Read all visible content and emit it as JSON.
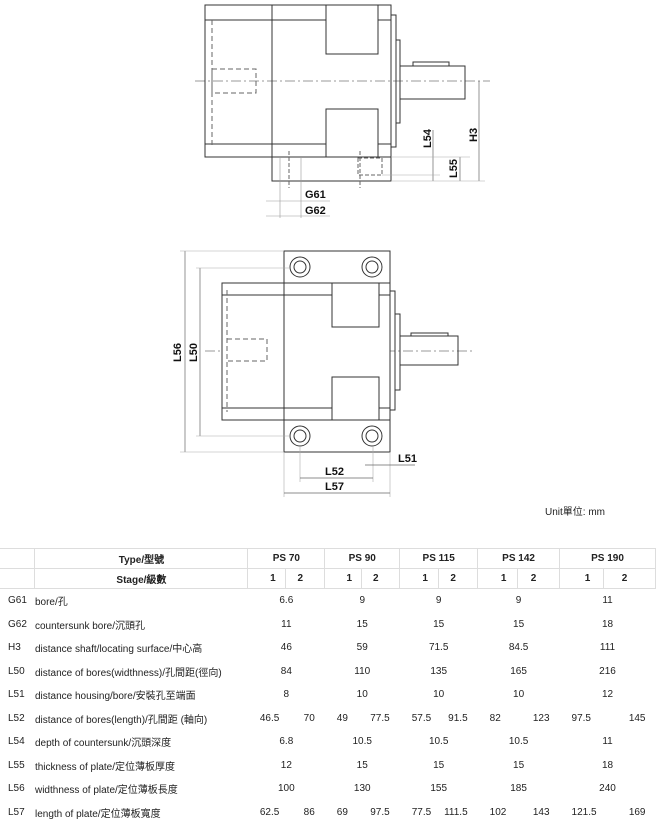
{
  "drawings": {
    "top_view": {
      "labels": {
        "g61": "G61",
        "g62": "G62",
        "l54": "L54",
        "l55": "L55",
        "h3": "H3"
      }
    },
    "plan_view": {
      "labels": {
        "l56": "L56",
        "l50": "L50",
        "l51": "L51",
        "l52": "L52",
        "l57": "L57"
      }
    }
  },
  "unit": "Unit單位: mm",
  "table": {
    "type_label": "Type/型號",
    "stage_label": "Stage/級數",
    "types": [
      "PS  70",
      "PS  90",
      "PS  115",
      "PS  142",
      "PS  190"
    ],
    "stages": [
      "1",
      "2"
    ],
    "rows": [
      {
        "code": "G61",
        "desc": "bore/孔",
        "values": [
          "6.6",
          "9",
          "9",
          "9",
          "11"
        ]
      },
      {
        "code": "G62",
        "desc": "countersunk bore/沉頭孔",
        "values": [
          "11",
          "15",
          "15",
          "15",
          "18"
        ]
      },
      {
        "code": "H3",
        "desc": "distance shaft/locating surface/中心高",
        "values": [
          "46",
          "59",
          "71.5",
          "84.5",
          "111"
        ]
      },
      {
        "code": "L50",
        "desc": "distance of bores(widthness)/孔間距(徑向)",
        "values": [
          "84",
          "110",
          "135",
          "165",
          "216"
        ]
      },
      {
        "code": "L51",
        "desc": "distance housing/bore/安裝孔至端面",
        "values": [
          "8",
          "10",
          "10",
          "10",
          "12"
        ]
      },
      {
        "code": "L52",
        "desc": "distance of bores(length)/孔間距 (軸向)",
        "values": [
          "46.5",
          "70",
          "49",
          "77.5",
          "57.5",
          "91.5",
          "82",
          "123",
          "97.5",
          "145"
        ]
      },
      {
        "code": "L54",
        "desc": "depth of countersunk/沉頭深度",
        "values": [
          "6.8",
          "10.5",
          "10.5",
          "10.5",
          "11"
        ]
      },
      {
        "code": "L55",
        "desc": "thickness of plate/定位薄板厚度",
        "values": [
          "12",
          "15",
          "15",
          "15",
          "18"
        ]
      },
      {
        "code": "L56",
        "desc": "widthness of plate/定位薄板長度",
        "values": [
          "100",
          "130",
          "155",
          "185",
          "240"
        ]
      },
      {
        "code": "L57",
        "desc": "length of plate/定位薄板寬度",
        "values": [
          "62.5",
          "86",
          "69",
          "97.5",
          "77.5",
          "111.5",
          "102",
          "143",
          "121.5",
          "169"
        ]
      }
    ]
  }
}
